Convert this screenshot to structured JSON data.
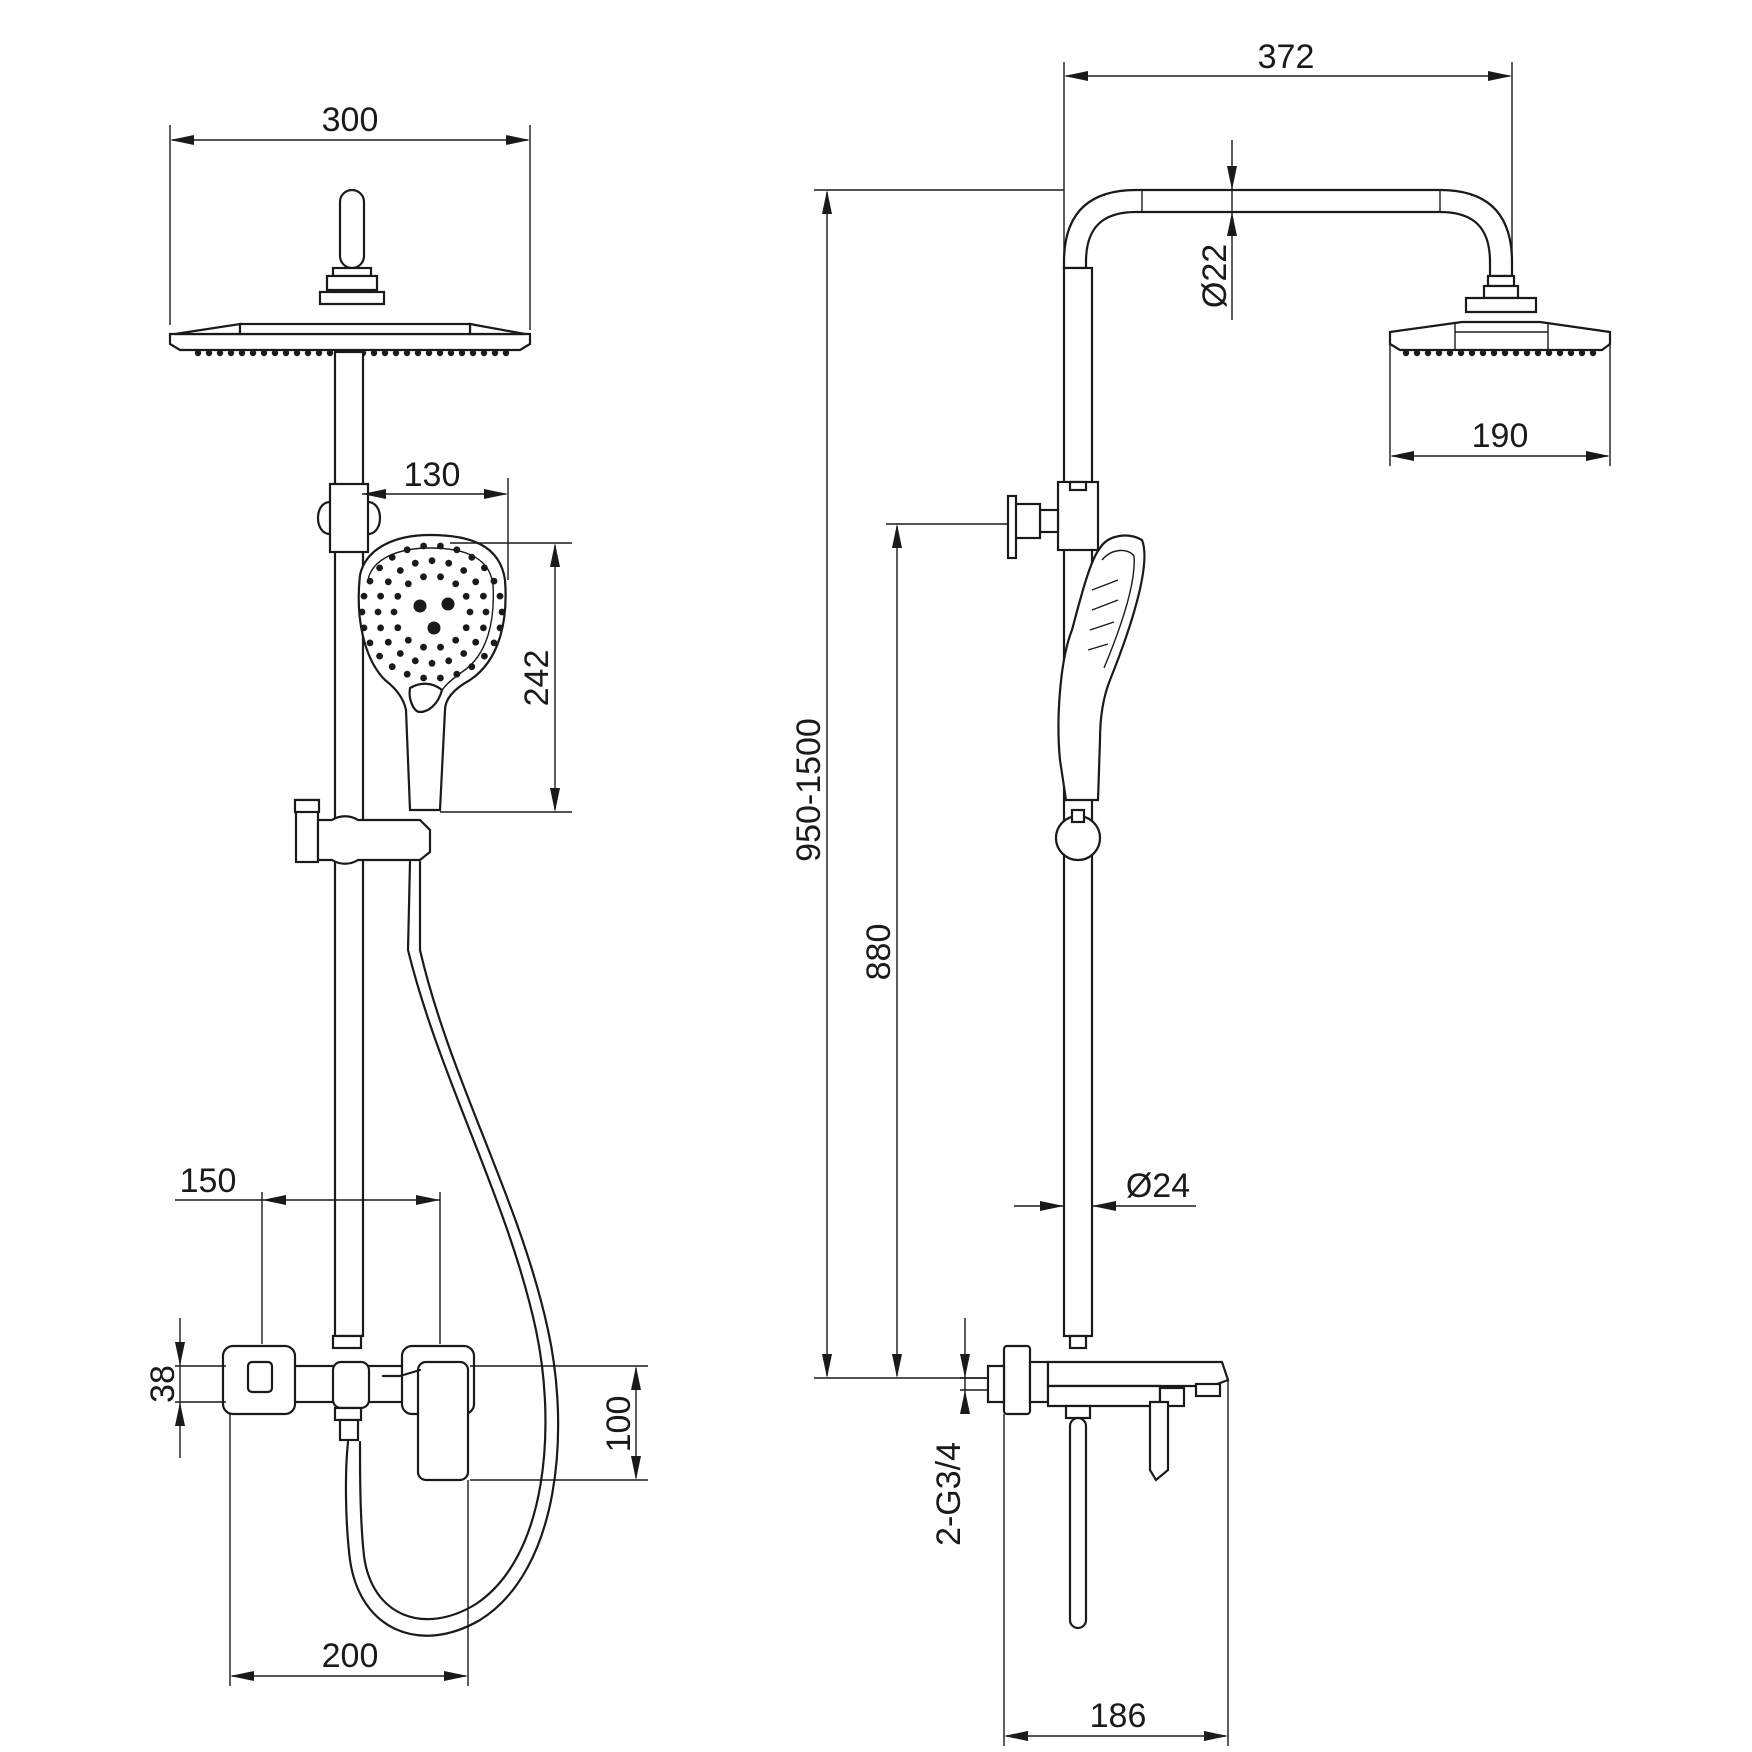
{
  "dimensions": {
    "front_head_width": "300",
    "hand_shower_offset": "130",
    "hand_shower_length": "242",
    "mixer_handle_spacing": "150",
    "mixer_body_height": "38",
    "mixer_lever_height": "100",
    "hose_outlet_width": "200",
    "side_arm_reach": "372",
    "side_arm_diameter": "Ø22",
    "side_head_width": "190",
    "total_height_range": "950-1500",
    "slider_height": "880",
    "rail_diameter": "Ø24",
    "inlet_thread": "2-G3/4",
    "mixer_depth": "186"
  }
}
